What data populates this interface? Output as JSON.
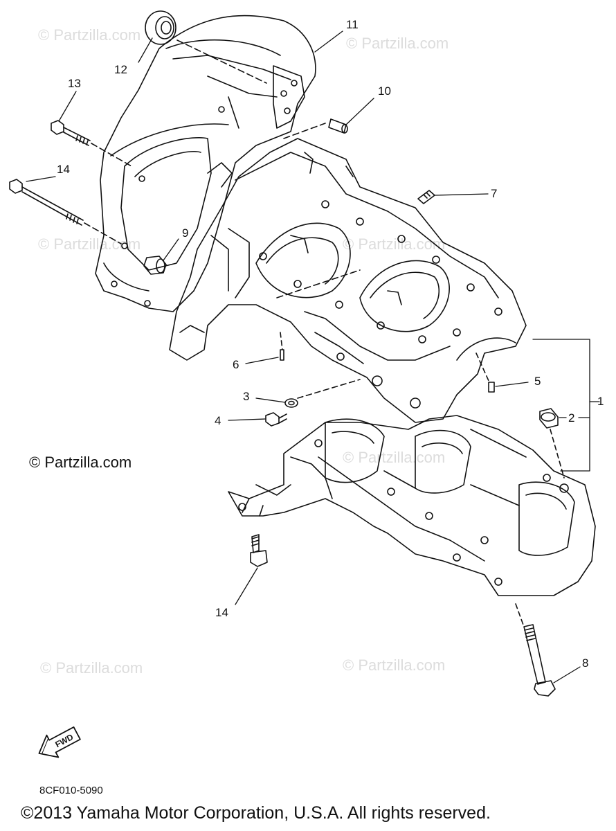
{
  "watermarks": [
    "© Partzilla.com",
    "© Partzilla.com",
    "© Partzilla.com",
    "© Partzilla.com",
    "© Partzilla.com",
    "© Partzilla.com",
    "© Partzilla.com",
    "© Partzilla.com"
  ],
  "callouts": {
    "c1": "1",
    "c2": "2",
    "c3": "3",
    "c4": "4",
    "c5": "5",
    "c6": "6",
    "c7": "7",
    "c8": "8",
    "c9": "9",
    "c10": "10",
    "c11": "11",
    "c12": "12",
    "c13": "13",
    "c14a": "14",
    "c14b": "14"
  },
  "credit": "© Partzilla.com",
  "fwd_label": "FWD",
  "diagram_code": "8CF010-5090",
  "copyright": "©2013 Yamaha Motor Corporation, U.S.A. All rights reserved.",
  "colors": {
    "line": "#111111",
    "watermark": "#dcdcdc",
    "background": "#ffffff"
  }
}
